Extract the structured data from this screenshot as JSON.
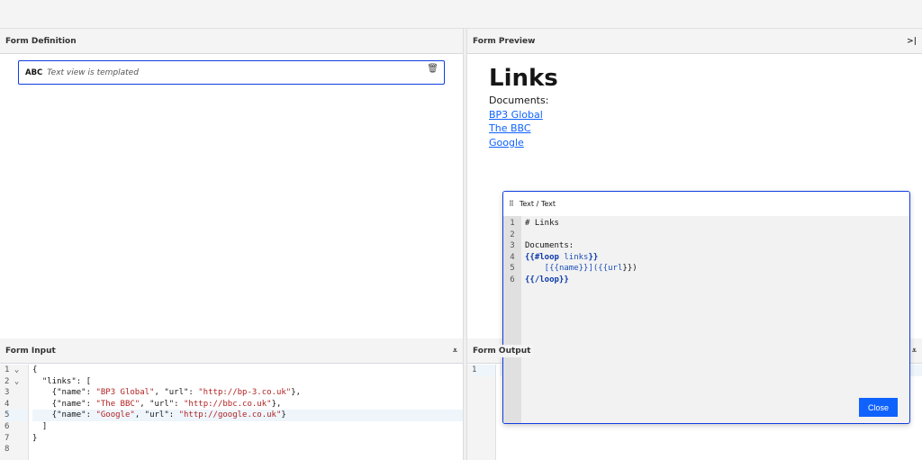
{
  "definition": {
    "title": "Form Definition",
    "field_type": "ABC",
    "field_label": "Text view is templated"
  },
  "preview": {
    "title": "Form Preview",
    "heading": "Links",
    "subheading": "Documents:",
    "links": [
      "BP3 Global",
      "The BBC",
      "Google"
    ],
    "collapse_icon": ">|"
  },
  "input": {
    "title": "Form Input",
    "line_numbers": [
      "1 ⌄",
      "2 ⌄",
      "3",
      "4",
      "5",
      "6",
      "7",
      "8"
    ],
    "lines": [
      [
        {
          "t": "{"
        }
      ],
      [
        {
          "t": "  \"links\": ["
        }
      ],
      [
        {
          "t": "    {\"name\": "
        },
        {
          "t": "\"BP3 Global\"",
          "s": 1
        },
        {
          "t": ", \"url\": "
        },
        {
          "t": "\"http://bp-3.co.uk\"",
          "s": 1
        },
        {
          "t": "},"
        }
      ],
      [
        {
          "t": "    {\"name\": "
        },
        {
          "t": "\"The BBC\"",
          "s": 1
        },
        {
          "t": ", \"url\": "
        },
        {
          "t": "\"http://bbc.co.uk\"",
          "s": 1
        },
        {
          "t": "},"
        }
      ],
      [
        {
          "t": "    {\"name\": "
        },
        {
          "t": "\"Google\"",
          "s": 1
        },
        {
          "t": ", \"url\": "
        },
        {
          "t": "\"http://google.co.uk\"",
          "s": 1
        },
        {
          "t": "}"
        }
      ],
      [
        {
          "t": "  ]"
        }
      ],
      [
        {
          "t": "}"
        }
      ],
      [
        {
          "t": ""
        }
      ]
    ]
  },
  "output": {
    "title": "Form Output",
    "line_numbers": [
      "1"
    ]
  },
  "modal": {
    "title": "Text / Text",
    "close_label": "Close",
    "line_numbers": [
      "1",
      "2",
      "3",
      "4",
      "5",
      "6"
    ],
    "lines": [
      [
        {
          "t": "# Links"
        }
      ],
      [
        {
          "t": ""
        }
      ],
      [
        {
          "t": "Documents:"
        }
      ],
      [
        {
          "t": "{{#loop",
          "c": "kw"
        },
        {
          "t": " links",
          "c": "var"
        },
        {
          "t": "}}",
          "c": "kw"
        }
      ],
      [
        {
          "t": "    [{{",
          "c": "var"
        },
        {
          "t": "name",
          "c": "var"
        },
        {
          "t": "}}]({{",
          "c": "var"
        },
        {
          "t": "url",
          "c": "var"
        },
        {
          "t": "}})"
        }
      ],
      [
        {
          "t": "{{/loop}}",
          "c": "kw"
        }
      ]
    ]
  }
}
